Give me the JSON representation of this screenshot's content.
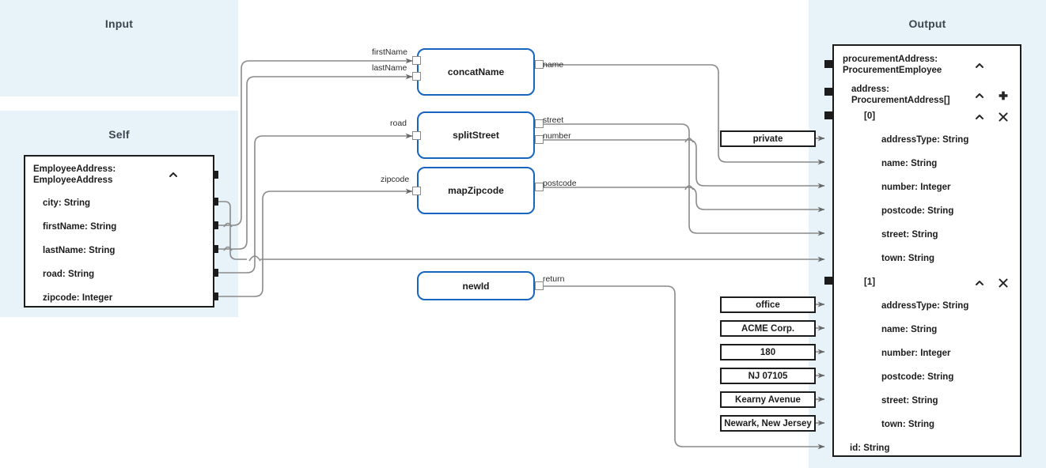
{
  "panels": {
    "input": {
      "title": "Input"
    },
    "self": {
      "title": "Self"
    },
    "output": {
      "title": "Output"
    }
  },
  "self_structure": {
    "title": "EmployeeAddress:\nEmployeeAddress",
    "collapse_icon": "chevron-up-icon",
    "fields": [
      {
        "label": "city: String"
      },
      {
        "label": "firstName: String"
      },
      {
        "label": "lastName: String"
      },
      {
        "label": "road: String"
      },
      {
        "label": "zipcode: Integer"
      }
    ]
  },
  "output_structure": {
    "title": "procurementAddress:\nProcurementEmployee",
    "collapse_icon": "chevron-up-icon",
    "array_label": "address:\nProcurementAddress[]",
    "add_icon": "plus-icon",
    "remove_icon": "close-icon",
    "items": [
      {
        "index_label": "[0]",
        "fields": [
          {
            "label": "addressType: String"
          },
          {
            "label": "name: String"
          },
          {
            "label": "number: Integer"
          },
          {
            "label": "postcode: String"
          },
          {
            "label": "street: String"
          },
          {
            "label": "town: String"
          }
        ]
      },
      {
        "index_label": "[1]",
        "fields": [
          {
            "label": "addressType: String"
          },
          {
            "label": "name: String"
          },
          {
            "label": "number: Integer"
          },
          {
            "label": "postcode: String"
          },
          {
            "label": "street: String"
          },
          {
            "label": "town: String"
          }
        ]
      }
    ],
    "trailing_field": {
      "label": "id: String"
    }
  },
  "function_nodes": [
    {
      "name": "concatName",
      "inputs": [
        "firstName",
        "lastName"
      ],
      "outputs": [
        "name"
      ]
    },
    {
      "name": "splitStreet",
      "inputs": [
        "road"
      ],
      "outputs": [
        "street",
        "number"
      ]
    },
    {
      "name": "mapZipcode",
      "inputs": [
        "zipcode"
      ],
      "outputs": [
        "postcode"
      ]
    },
    {
      "name": "newId",
      "inputs": [],
      "outputs": [
        "return"
      ]
    }
  ],
  "port_labels": {
    "firstName": "firstName",
    "lastName": "lastName",
    "road": "road",
    "zipcode": "zipcode",
    "name": "name",
    "street": "street",
    "number": "number",
    "postcode": "postcode",
    "return": "return"
  },
  "constants": [
    {
      "value": "private"
    },
    {
      "value": "office"
    },
    {
      "value": "ACME Corp."
    },
    {
      "value": "180"
    },
    {
      "value": "NJ 07105"
    },
    {
      "value": "Kearny Avenue"
    },
    {
      "value": "Newark, New Jersey"
    }
  ],
  "colors": {
    "panel_background": "#e8f2f9",
    "node_border": "#1765c0",
    "structure_border": "#1c1c1c",
    "wire": "#8a8a8a",
    "text": "#1c1c1c",
    "title_text": "#3d4650"
  }
}
